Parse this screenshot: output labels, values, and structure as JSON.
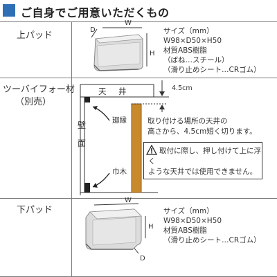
{
  "header": {
    "title": "ご自身でご用意いただくもの"
  },
  "top_pad": {
    "label": "上パッド",
    "dims": {
      "d": "D",
      "w": "W",
      "h": "H"
    },
    "specs": [
      "サイズ（mm）",
      "W98×D50×H50",
      "材質ABS樹脂",
      "（ばね…スチール）",
      "（滑り止めシート…CRゴム）"
    ]
  },
  "stud": {
    "label_line1": "ツーバイフォー材",
    "label_line2": "（別売）",
    "ceiling": "天　井",
    "wall": "壁\n面",
    "molding": "廻縁",
    "baseboard": "巾木",
    "gap": "4.5cm",
    "note_lines": [
      "取り付ける場所の天井の",
      "高さから、4.5cm短く切ります。"
    ],
    "warning_lines": [
      "取付に際し、押し付けて上に浮く",
      "ような天井では使用できません。"
    ],
    "warning_icon": "warning-icon"
  },
  "bottom_pad": {
    "label": "下パッド",
    "dims": {
      "w": "W",
      "h": "H",
      "d": "D"
    },
    "specs": [
      "サイズ（mm）",
      "W98×D50×H50",
      "材質ABS樹脂",
      "（滑り止めシート…CRゴム）"
    ]
  },
  "colors": {
    "accent": "#2f6fb5",
    "stud": "#c98a2e",
    "rule": "#7a7a7a"
  }
}
